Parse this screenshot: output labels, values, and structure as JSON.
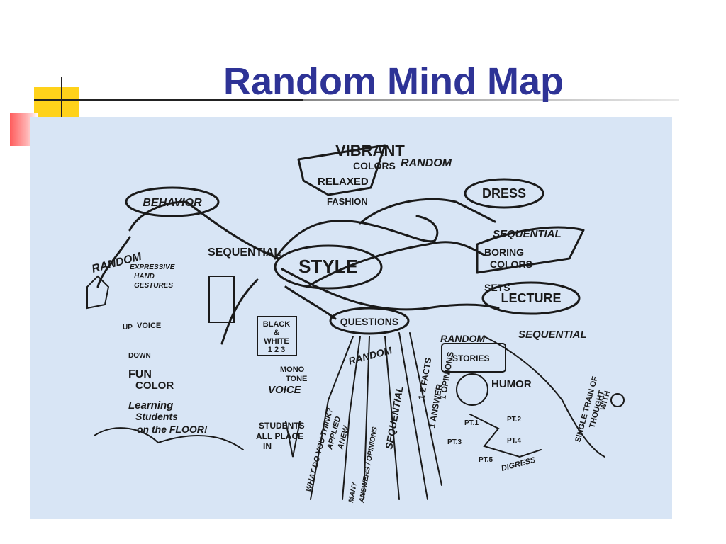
{
  "slide": {
    "title": "Random Mind Map"
  },
  "mindmap": {
    "center": "STYLE",
    "labels": {
      "vibrant": "VIBRANT",
      "colors": "COLORS",
      "relaxed": "RELAXED",
      "fashion": "FASHION",
      "random_top": "RANDOM",
      "dress": "DRESS",
      "sequential_dress": "SEQUENTIAL",
      "boring": "BORING",
      "boring_colors": "COLORS",
      "sets": "SETS",
      "lecture": "LECTURE",
      "random_lecture": "RANDOM",
      "sequential_lecture": "SEQUENTIAL",
      "stories": "STORIES",
      "humor": "HUMOR",
      "single_train": "SINGLE TRAIN OF",
      "thought": "THOUGHT",
      "with": "WITH",
      "pt1": "PT.1",
      "pt2": "PT.2",
      "pt3": "PT.3",
      "pt4": "PT.4",
      "pt5": "PT.5",
      "digress": "DIGRESS",
      "behavior": "BEHAVIOR",
      "sequential_behavior": "SEQUENTIAL",
      "random_behavior": "RANDOM",
      "expressive": "EXPRESSIVE",
      "hand": "HAND",
      "gestures": "GESTURES",
      "up": "UP",
      "voice_up": "VOICE",
      "down": "DOWN",
      "fun": "FUN",
      "color": "COLOR",
      "learning": "Learning",
      "students_floor": "Students",
      "on_the_floor": "on the FLOOR!",
      "black": "BLACK",
      "amp": "&",
      "white": "WHITE",
      "one_two_three": "1 2 3",
      "questions": "QUESTIONS",
      "random_questions": "RANDOM",
      "mono": "MONO",
      "tone": "TONE",
      "voice": "VOICE",
      "students_all": "STUDENTS",
      "all_place": "ALL PLACE",
      "in": "IN",
      "what_do_you_think": "WHAT DO YOU THINK?",
      "applied": "APPLIED",
      "anew": "ANEW",
      "many": "MANY",
      "answers_opinions": "ANSWERS / OPINIONS",
      "sequential_questions": "SEQUENTIAL",
      "one_two_facts": "1-2 FACTS",
      "one_answer": "1 ANSWER",
      "one_opinion": "1 OPINIONS"
    }
  }
}
